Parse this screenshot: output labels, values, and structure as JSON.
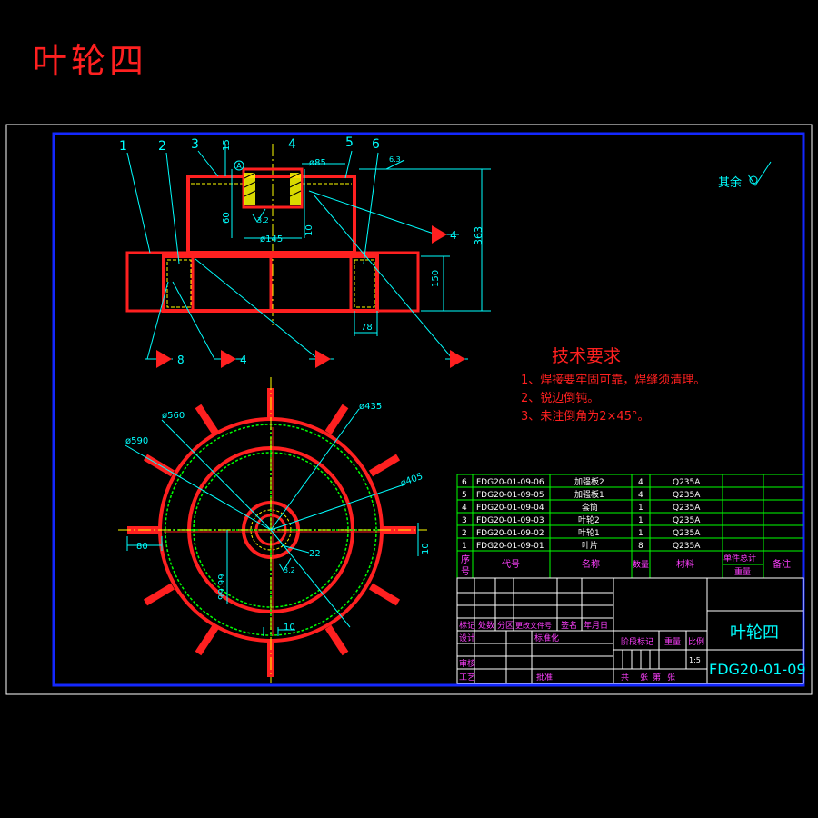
{
  "title": "叶轮四",
  "roughness_note": "其余",
  "balloons": [
    "1",
    "2",
    "3",
    "4",
    "5",
    "6"
  ],
  "dimensions": {
    "d85": "ø85",
    "d145": "ø145",
    "h15": "15",
    "h60": "60",
    "h10": "10",
    "h363": "363",
    "h150": "150",
    "w78": "78",
    "rough_top": "6.3",
    "rough_a": "3.2",
    "d560": "ø560",
    "d590": "ø590",
    "d435": "ø435",
    "d405": "ø405",
    "w80": "80",
    "w10_side": "10",
    "w10_bottom": "10",
    "d22": "22",
    "h99": "99.99",
    "rough_b": "3.2",
    "datum": "A"
  },
  "weld_marks": {
    "m1": "4",
    "m2": "8",
    "m3": "4"
  },
  "tech_requirements": {
    "heading": "技术要求",
    "items": [
      "1、焊接要牢固可靠，焊缝须清理。",
      "2、锐边倒钝。",
      "3、未注倒角为2×45°。"
    ]
  },
  "parts_list": {
    "rows": [
      {
        "no": "6",
        "code": "FDG20-01-09-06",
        "name": "加强板2",
        "qty": "4",
        "material": "Q235A"
      },
      {
        "no": "5",
        "code": "FDG20-01-09-05",
        "name": "加强板1",
        "qty": "4",
        "material": "Q235A"
      },
      {
        "no": "4",
        "code": "FDG20-01-09-04",
        "name": "套筒",
        "qty": "1",
        "material": "Q235A"
      },
      {
        "no": "3",
        "code": "FDG20-01-09-03",
        "name": "叶轮2",
        "qty": "1",
        "material": "Q235A"
      },
      {
        "no": "2",
        "code": "FDG20-01-09-02",
        "name": "叶轮1",
        "qty": "1",
        "material": "Q235A"
      },
      {
        "no": "1",
        "code": "FDG20-01-09-01",
        "name": "叶片",
        "qty": "8",
        "material": "Q235A"
      }
    ],
    "headers": {
      "no1": "序",
      "no2": "号",
      "code": "代号",
      "name": "名称",
      "qty": "数量",
      "material": "材料",
      "w1": "单件总计",
      "w2": "重量",
      "note": "备注"
    }
  },
  "title_block": {
    "part_name": "叶轮四",
    "drawing_no": "FDG20-01-09",
    "labels": {
      "mark": "标记",
      "count": "处数",
      "zone": "分区",
      "change_doc": "更改文件号",
      "sign": "签名",
      "date": "年月日",
      "design": "设计",
      "standard": "标准化",
      "stage": "阶段标记",
      "weight": "重量",
      "scale": "比例",
      "review": "审核",
      "process": "工艺",
      "approve": "批准",
      "sheets": "共",
      "sheet_unit": "张",
      "sheet_no": "第",
      "sheet_unit2": "张",
      "scale_value": "1:5"
    }
  },
  "colors": {
    "red": "#ff2020",
    "cyan": "#00ffff",
    "yellow": "#ffff00",
    "green": "#00ff00",
    "magenta": "#ff40ff",
    "blue": "#1428ff",
    "white": "#ffffff"
  }
}
